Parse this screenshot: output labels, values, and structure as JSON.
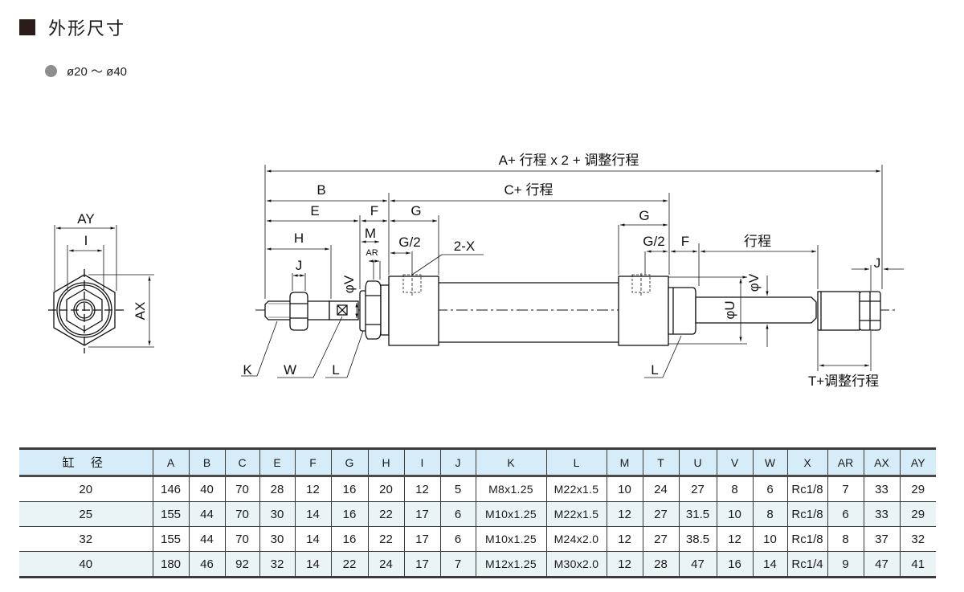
{
  "section": {
    "title": "外形尺寸",
    "bore_range": "ø20 ～ ø40"
  },
  "drawing": {
    "labels": {
      "total_length": "A+ 行程 x 2 + 调整行程",
      "b": "B",
      "c_stroke": "C+ 行程",
      "e": "E",
      "f_left": "F",
      "g_left": "G",
      "h": "H",
      "m": "M",
      "ar": "AR",
      "g2_left": "G/2",
      "two_x": "2-X",
      "j_left": "J",
      "phi_v_left": "φV",
      "k": "K",
      "w": "W",
      "l_left": "L",
      "g_right": "G",
      "g2_right": "G/2",
      "f_right": "F",
      "stroke": "行程",
      "phi_v_right": "φV",
      "phi_u": "φU",
      "j_right": "J",
      "l_right": "L",
      "t_adjust": "T+调整行程",
      "ay": "AY",
      "i": "I",
      "ax": "AX"
    }
  },
  "table": {
    "headers": [
      "缸 径",
      "A",
      "B",
      "C",
      "E",
      "F",
      "G",
      "H",
      "I",
      "J",
      "K",
      "L",
      "M",
      "T",
      "U",
      "V",
      "W",
      "X",
      "AR",
      "AX",
      "AY"
    ],
    "rows": [
      [
        "20",
        "146",
        "40",
        "70",
        "28",
        "12",
        "16",
        "20",
        "12",
        "5",
        "M8x1.25",
        "M22x1.5",
        "10",
        "24",
        "27",
        "8",
        "6",
        "Rc1/8",
        "7",
        "33",
        "29"
      ],
      [
        "25",
        "155",
        "44",
        "70",
        "30",
        "14",
        "16",
        "22",
        "17",
        "6",
        "M10x1.25",
        "M22x1.5",
        "12",
        "27",
        "31.5",
        "10",
        "8",
        "Rc1/8",
        "6",
        "33",
        "29"
      ],
      [
        "32",
        "155",
        "44",
        "70",
        "30",
        "14",
        "16",
        "22",
        "17",
        "6",
        "M10x1.25",
        "M24x2.0",
        "12",
        "27",
        "38.5",
        "12",
        "10",
        "Rc1/8",
        "8",
        "37",
        "32"
      ],
      [
        "40",
        "180",
        "46",
        "92",
        "32",
        "14",
        "22",
        "24",
        "17",
        "7",
        "M12x1.25",
        "M30x2.0",
        "12",
        "28",
        "47",
        "16",
        "14",
        "Rc1/4",
        "9",
        "47",
        "41"
      ]
    ]
  },
  "colors": {
    "header_bg": "#d6ecf8",
    "alt_row_bg": "#eaf4f5",
    "title_square": "#2a1d19",
    "bullet": "#8e8e8e"
  }
}
